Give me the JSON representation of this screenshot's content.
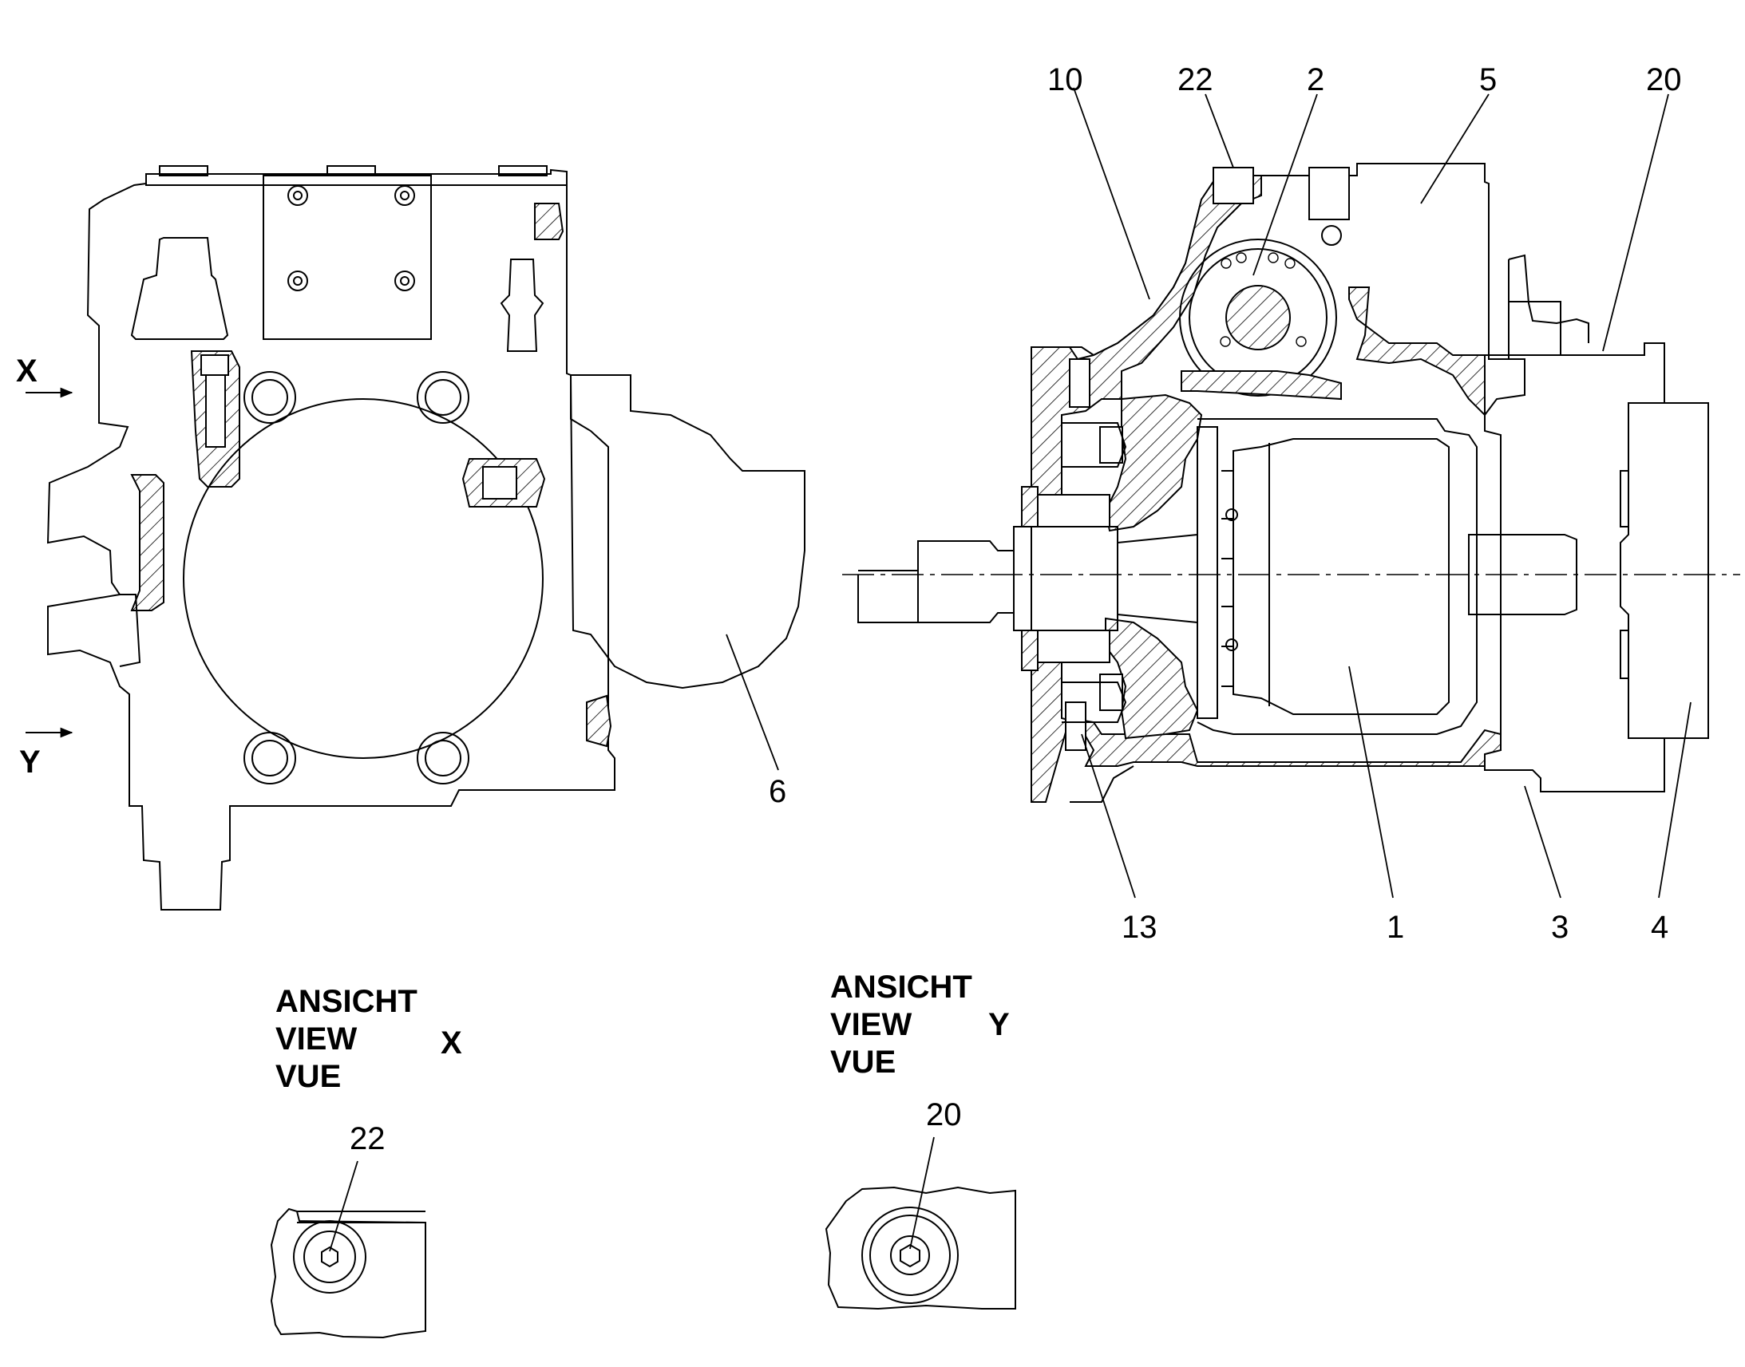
{
  "callouts": {
    "c10": "10",
    "c22": "22",
    "c2": "2",
    "c5": "5",
    "c20": "20",
    "c6": "6",
    "c13": "13",
    "c1": "1",
    "c3": "3",
    "c4": "4"
  },
  "view_markers": {
    "x": "X",
    "y": "Y"
  },
  "view_x": {
    "line1": "ANSICHT",
    "line2": "VIEW",
    "line3": "VUE",
    "letter": "X",
    "callout": "22"
  },
  "view_y": {
    "line1": "ANSICHT",
    "line2": "VIEW",
    "line3": "VUE",
    "letter": "Y",
    "callout": "20"
  }
}
